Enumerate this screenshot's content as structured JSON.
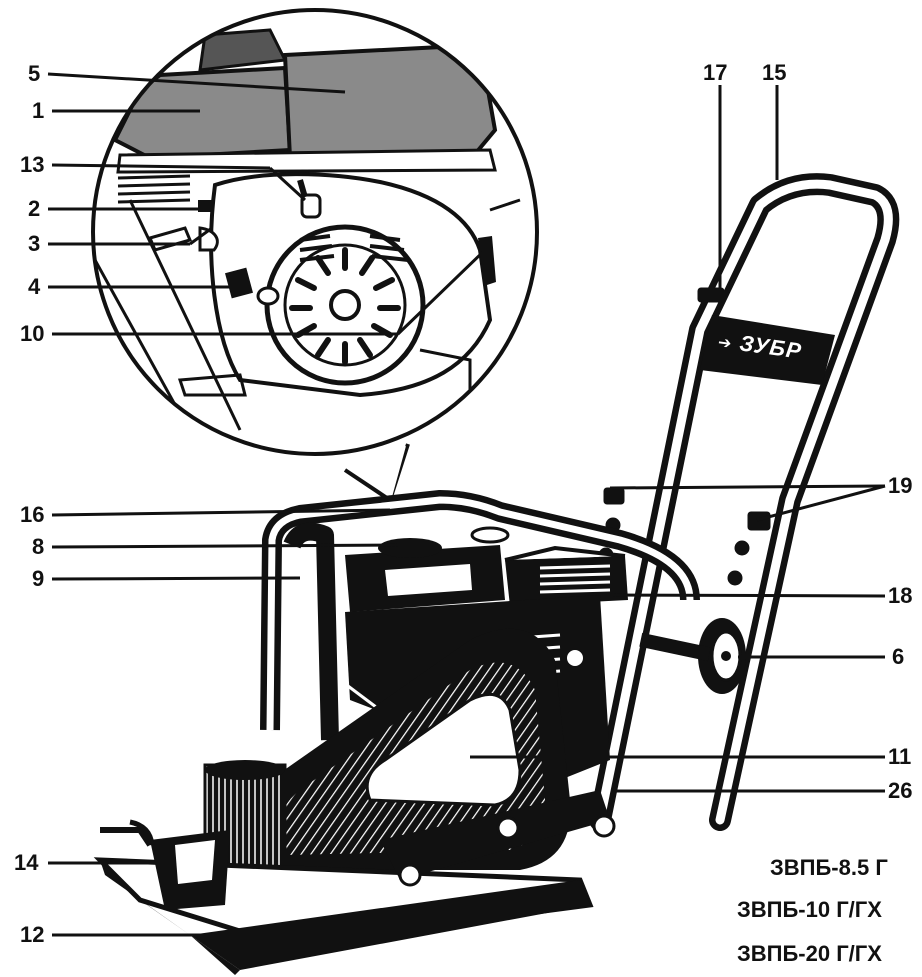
{
  "brand": {
    "logo_text": "ЗУБР"
  },
  "callouts": {
    "c1": "1",
    "c2": "2",
    "c3": "3",
    "c4": "4",
    "c5": "5",
    "c6": "6",
    "c8": "8",
    "c9": "9",
    "c10": "10",
    "c11": "11",
    "c12": "12",
    "c13": "13",
    "c14": "14",
    "c15": "15",
    "c16": "16",
    "c17": "17",
    "c18": "18",
    "c19": "19",
    "c26": "26"
  },
  "models": [
    "ЗВПБ-8.5 Г",
    "ЗВПБ-10 Г/ГХ",
    "ЗВПБ-20 Г/ГХ"
  ],
  "colors": {
    "line": "#111111",
    "tank": "#8a8a8a",
    "body": "#0d0d0d"
  }
}
